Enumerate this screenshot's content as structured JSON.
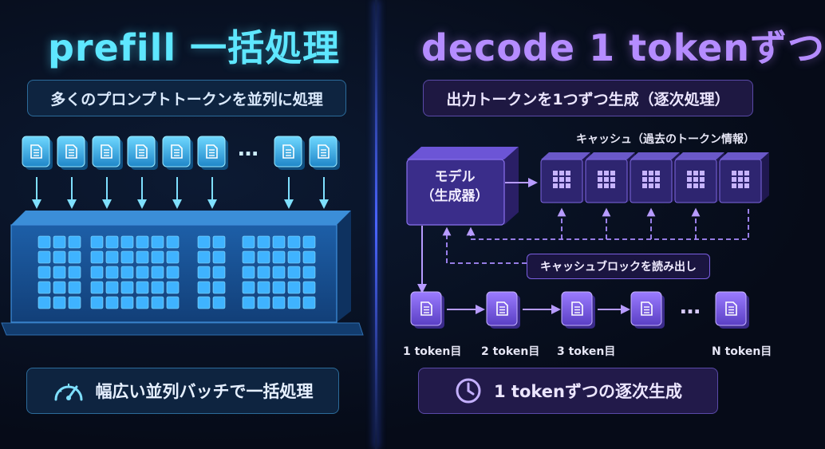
{
  "left": {
    "title": "prefill 一括処理",
    "subtitle": "多くのプロンプトトークンを並列に処理",
    "ellipsis": "…",
    "bottom_label": "幅広い並列バッチで一括処理",
    "accent": "#5ee7ff",
    "icons": {
      "token": "document-icon",
      "bottom": "speedometer-icon"
    }
  },
  "right": {
    "title": "decode 1 tokenずつ",
    "subtitle": "出力トークンを1つずつ生成（逐次処理）",
    "cache_label": "キャッシュ（過去のトークン情報）",
    "model_line1": "モデル",
    "model_line2": "（生成器）",
    "callout": "キャッシュブロックを読み出し",
    "ellipsis": "…",
    "tokens": [
      "1 token目",
      "2 token目",
      "3 token目",
      "N token目"
    ],
    "bottom_label": "1 tokenずつの逐次生成",
    "accent": "#b58cff",
    "icons": {
      "token": "document-icon",
      "cache": "grid-block-icon",
      "bottom": "clock-icon"
    }
  }
}
